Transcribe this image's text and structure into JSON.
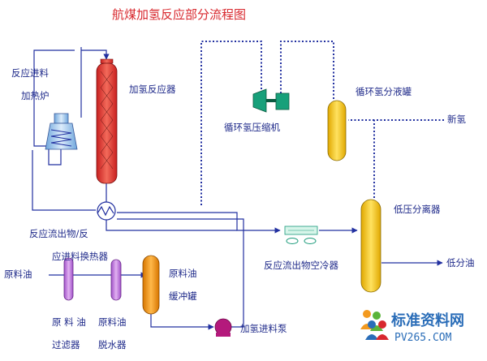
{
  "title": "航煤加氢反应部分流程图",
  "labels": {
    "feed_in_1": "反应进料",
    "feed_in_2": "加热炉",
    "reactor": "加氢反应器",
    "compressor": "循环氢压缩机",
    "separator_tank": "循环氢分液罐",
    "new_hydrogen": "新氢",
    "exchanger_1": "反应流出物/反",
    "exchanger_2": "应进料换热器",
    "air_cooler": "反应流出物空冷器",
    "lp_separator": "低压分离器",
    "raw_oil": "原料油",
    "low_oil": "低分油",
    "filter_1": "原 料 油",
    "filter_2": "过滤器",
    "dewater_1": "原料油",
    "dewater_2": "脱水器",
    "buffer_1": "原料油",
    "buffer_2": "缓冲罐",
    "pump": "加氢进料泵"
  },
  "watermark": {
    "name": "标准资料网",
    "url": "PV265.COM"
  },
  "colors": {
    "line": "#2230a0",
    "reactor": "#e8413a",
    "vessel_yellow": "#f7cc1a",
    "vessel_orange": "#f39a1f",
    "purple": "#c07ad8",
    "pump": "#b4197c",
    "compressor": "#17a07a",
    "title": "#d8282e"
  }
}
